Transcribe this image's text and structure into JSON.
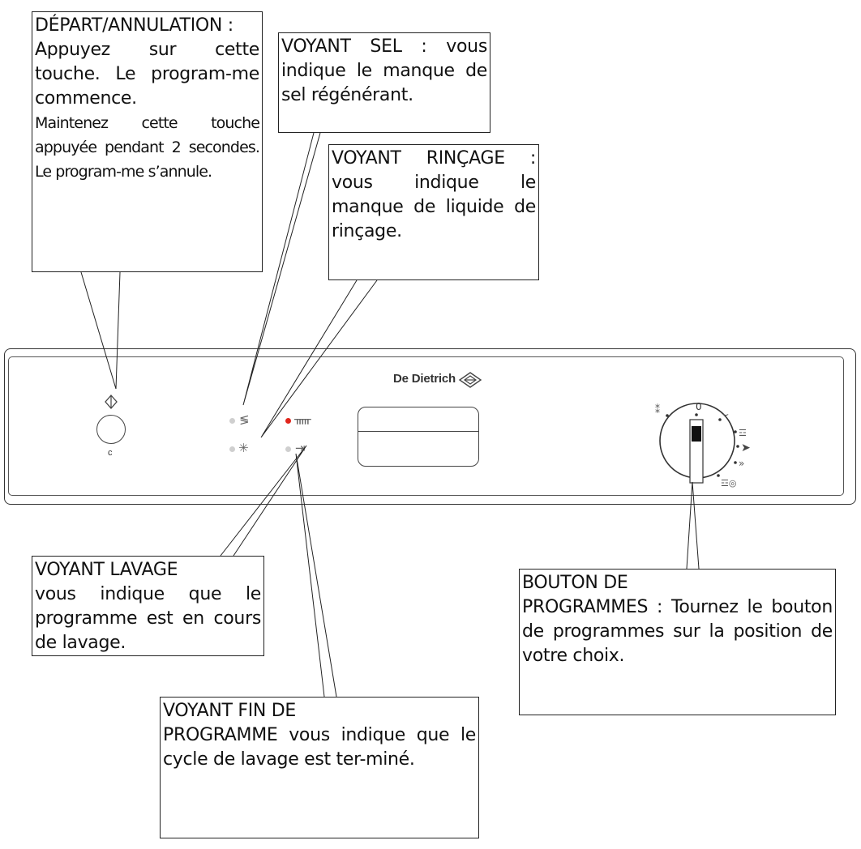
{
  "callouts": {
    "depart": {
      "title": "DÉPART/ANNULATION :",
      "line1": "Appuyez sur cette touche. Le program-me commence.",
      "line2": "Maintenez cette touche appuyée pendant 2 secondes. Le program-me s’annule."
    },
    "sel": {
      "text": "VOYANT SEL : vous indique le manque de sel régénérant."
    },
    "rincage": {
      "text": "VOYANT RINÇAGE : vous indique le manque de liquide de rinçage."
    },
    "lavage": {
      "title": "VOYANT LAVAGE",
      "text": "vous indique que le programme est en cours de lavage."
    },
    "bouton": {
      "text": "BOUTON DE\nPROGRAMMES : Tournez le bouton de programmes sur la position de votre choix."
    },
    "fin": {
      "title": "VOYANT FIN DE",
      "text": "PROGRAMME vous indique que le cycle de lavage est ter-miné."
    }
  },
  "panel": {
    "brand": "De Dietrich",
    "start_button_letter": "c",
    "knob_position_label": "0",
    "indicators": [
      {
        "name": "sel",
        "symbol": "salt-icon",
        "lit": false
      },
      {
        "name": "rincage",
        "symbol": "rinse-aid-icon",
        "lit": false
      },
      {
        "name": "lavage",
        "symbol": "wash-icon",
        "lit": true
      },
      {
        "name": "fin",
        "symbol": "end-icon",
        "lit": false
      }
    ],
    "indicator_color_on": "#e1251b",
    "indicator_color_off": "#cfcfcf",
    "program_symbols": [
      "prewash-icon",
      "intensive-icon",
      "normal-icon",
      "eco-icon",
      "quick-icon",
      "delicate-icon"
    ]
  }
}
